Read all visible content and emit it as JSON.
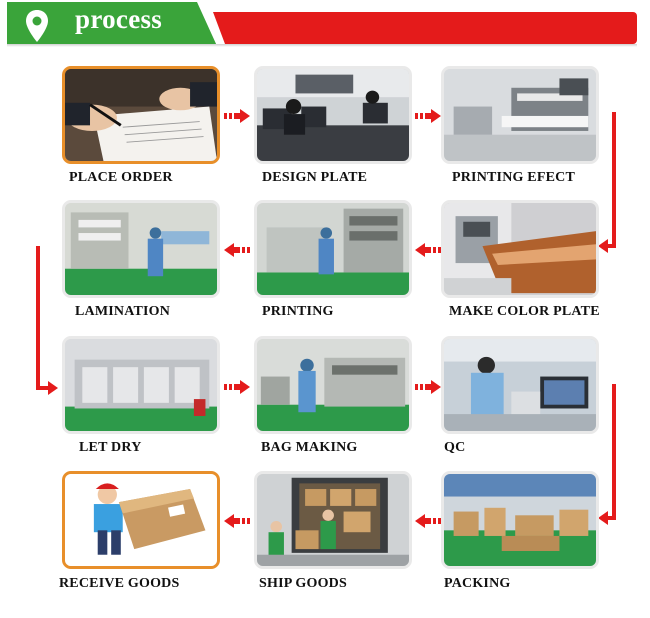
{
  "header": {
    "title": "process",
    "icon": "location-pin-icon"
  },
  "colors": {
    "green": "#3aa43a",
    "red": "#e41b1b",
    "highlight": "#e88f2a"
  },
  "steps": [
    {
      "label": "PLACE ORDER",
      "highlight": true
    },
    {
      "label": "DESIGN PLATE",
      "highlight": false
    },
    {
      "label": "PRINTING EFECT",
      "highlight": false
    },
    {
      "label": "MAKE COLOR PLATE",
      "highlight": false
    },
    {
      "label": "PRINTING",
      "highlight": false
    },
    {
      "label": "LAMINATION",
      "highlight": false
    },
    {
      "label": "LET DRY",
      "highlight": false
    },
    {
      "label": "BAG MAKING",
      "highlight": false
    },
    {
      "label": "QC",
      "highlight": false
    },
    {
      "label": "PACKING",
      "highlight": false
    },
    {
      "label": "SHIP GOODS",
      "highlight": false
    },
    {
      "label": "RECEIVE GOODS",
      "highlight": true
    }
  ]
}
